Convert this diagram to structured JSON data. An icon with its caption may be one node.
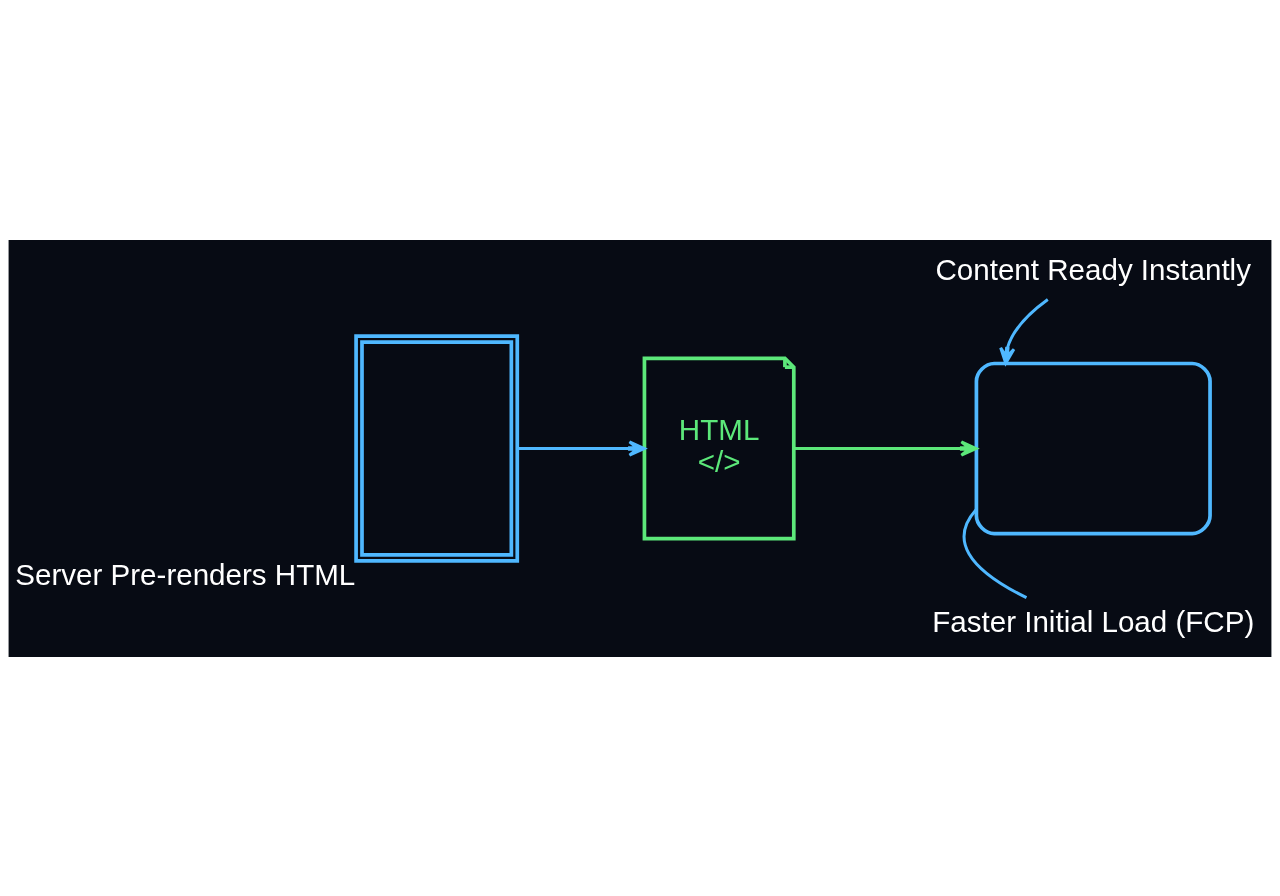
{
  "diagram": {
    "nodes": [
      {
        "text": [],
        "shape": "box",
        "beside": [
          "Server Pre-renders HTML"
        ]
      },
      {
        "text": [
          "HTML",
          "</>"
        ]
      },
      {
        "text": [],
        "shape": "box"
      },
      {
        "text": [
          "Content Ready Instantly"
        ]
      },
      {
        "text": [
          "Faster Initial Load (FCP)"
        ]
      }
    ],
    "edges": [
      {
        "from": 0,
        "to": 1,
        "arrow": "to"
      },
      {
        "from": 1,
        "to": 2,
        "arrow": "to",
        "color": "#5ce87a"
      },
      {
        "from": 3,
        "to": 2,
        "arrow": "to"
      },
      {
        "from": 2,
        "to": 4,
        "arrow": "none"
      }
    ]
  }
}
